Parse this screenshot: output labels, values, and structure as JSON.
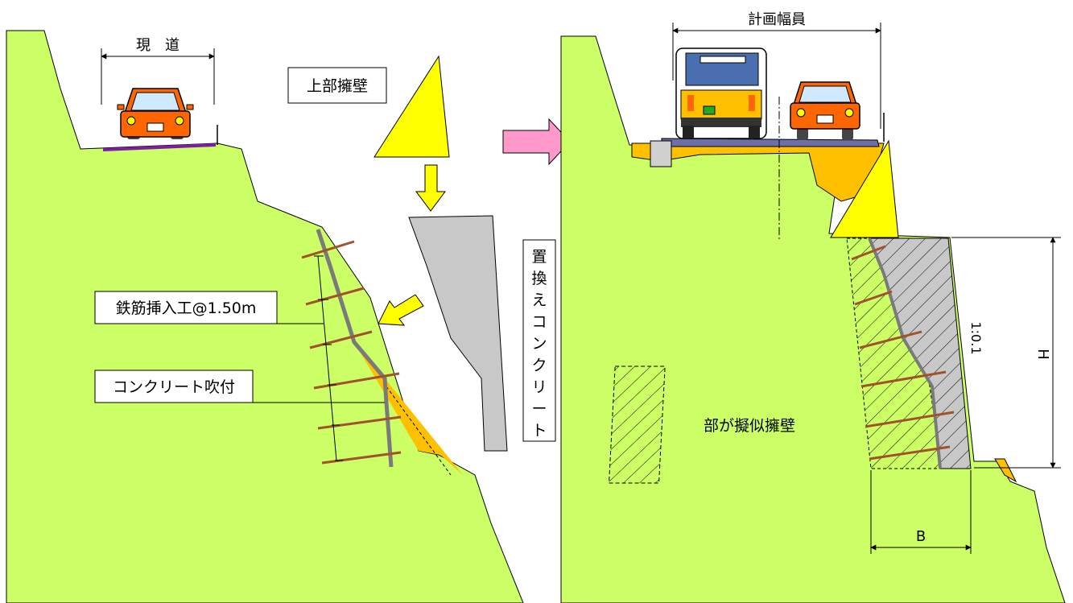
{
  "left_panel": {
    "road_label": "現　道",
    "upper_wall_label": "上部擁壁",
    "rebar_label": "鉄筋挿入工@1.50m",
    "shotcrete_label": "コンクリート吹付",
    "replacement_label": [
      "置",
      "換",
      "え",
      "コ",
      "ン",
      "ク",
      "リ",
      "ー",
      "ト"
    ]
  },
  "right_panel": {
    "planned_width_label": "計画幅員",
    "pseudo_wall_label": "部が擬似擁壁",
    "height_label": "H",
    "base_label": "B",
    "slope_label": "1:0.1"
  },
  "colors": {
    "ground": "#ccff66",
    "wall_yellow": "#ffff00",
    "fill_orange": "#ffc000",
    "concrete_gray": "#c8c8c8",
    "rebar": "#a0522d",
    "pink_arrow": "#ff99cc",
    "car_orange": "#ff6600"
  }
}
